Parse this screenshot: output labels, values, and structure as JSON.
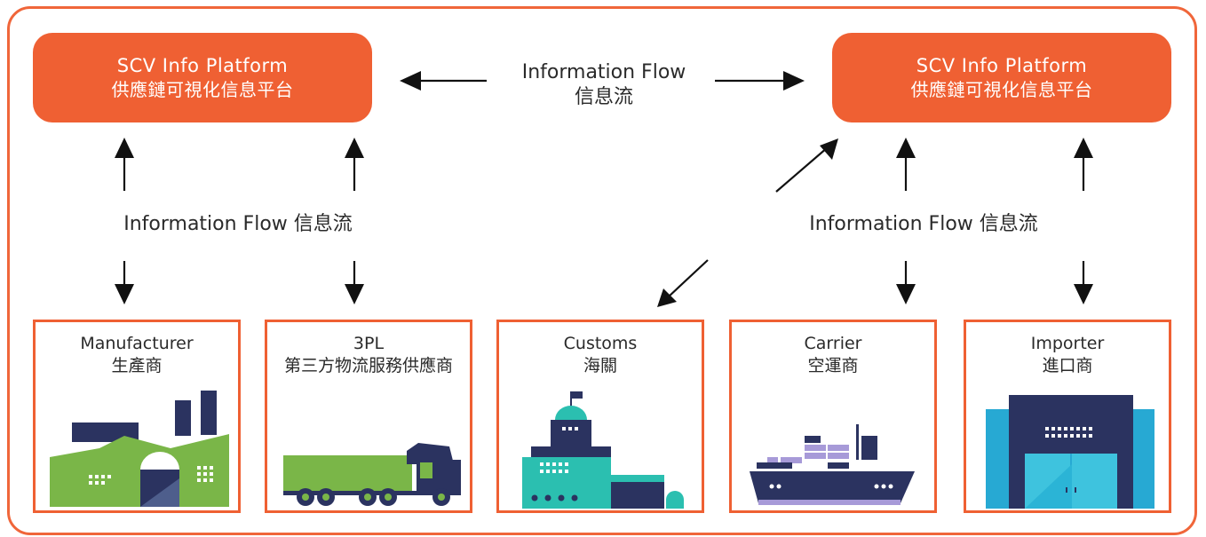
{
  "platforms": [
    {
      "title_en": "SCV Info Platform",
      "title_zh": "供應鏈可視化信息平台"
    },
    {
      "title_en": "SCV Info Platform",
      "title_zh": "供應鏈可視化信息平台"
    }
  ],
  "top_flow": {
    "en": "Information Flow",
    "zh": "信息流"
  },
  "left_flow": "Information Flow 信息流",
  "right_flow": "Information Flow 信息流",
  "parties": [
    {
      "en": "Manufacturer",
      "zh": "生產商",
      "icon": "factory-icon"
    },
    {
      "en": "3PL",
      "zh": "第三方物流服務供應商",
      "icon": "truck-icon"
    },
    {
      "en": "Customs",
      "zh": "海關",
      "icon": "customs-building-icon"
    },
    {
      "en": "Carrier",
      "zh": "空運商",
      "icon": "cargo-ship-icon"
    },
    {
      "en": "Importer",
      "zh": "進口商",
      "icon": "warehouse-icon"
    }
  ],
  "colors": {
    "accent": "#ef6033",
    "navy": "#2b3360",
    "green": "#7ab648",
    "teal": "#2bbfb0",
    "sky": "#27a9d3",
    "lavender": "#a79ad8"
  }
}
